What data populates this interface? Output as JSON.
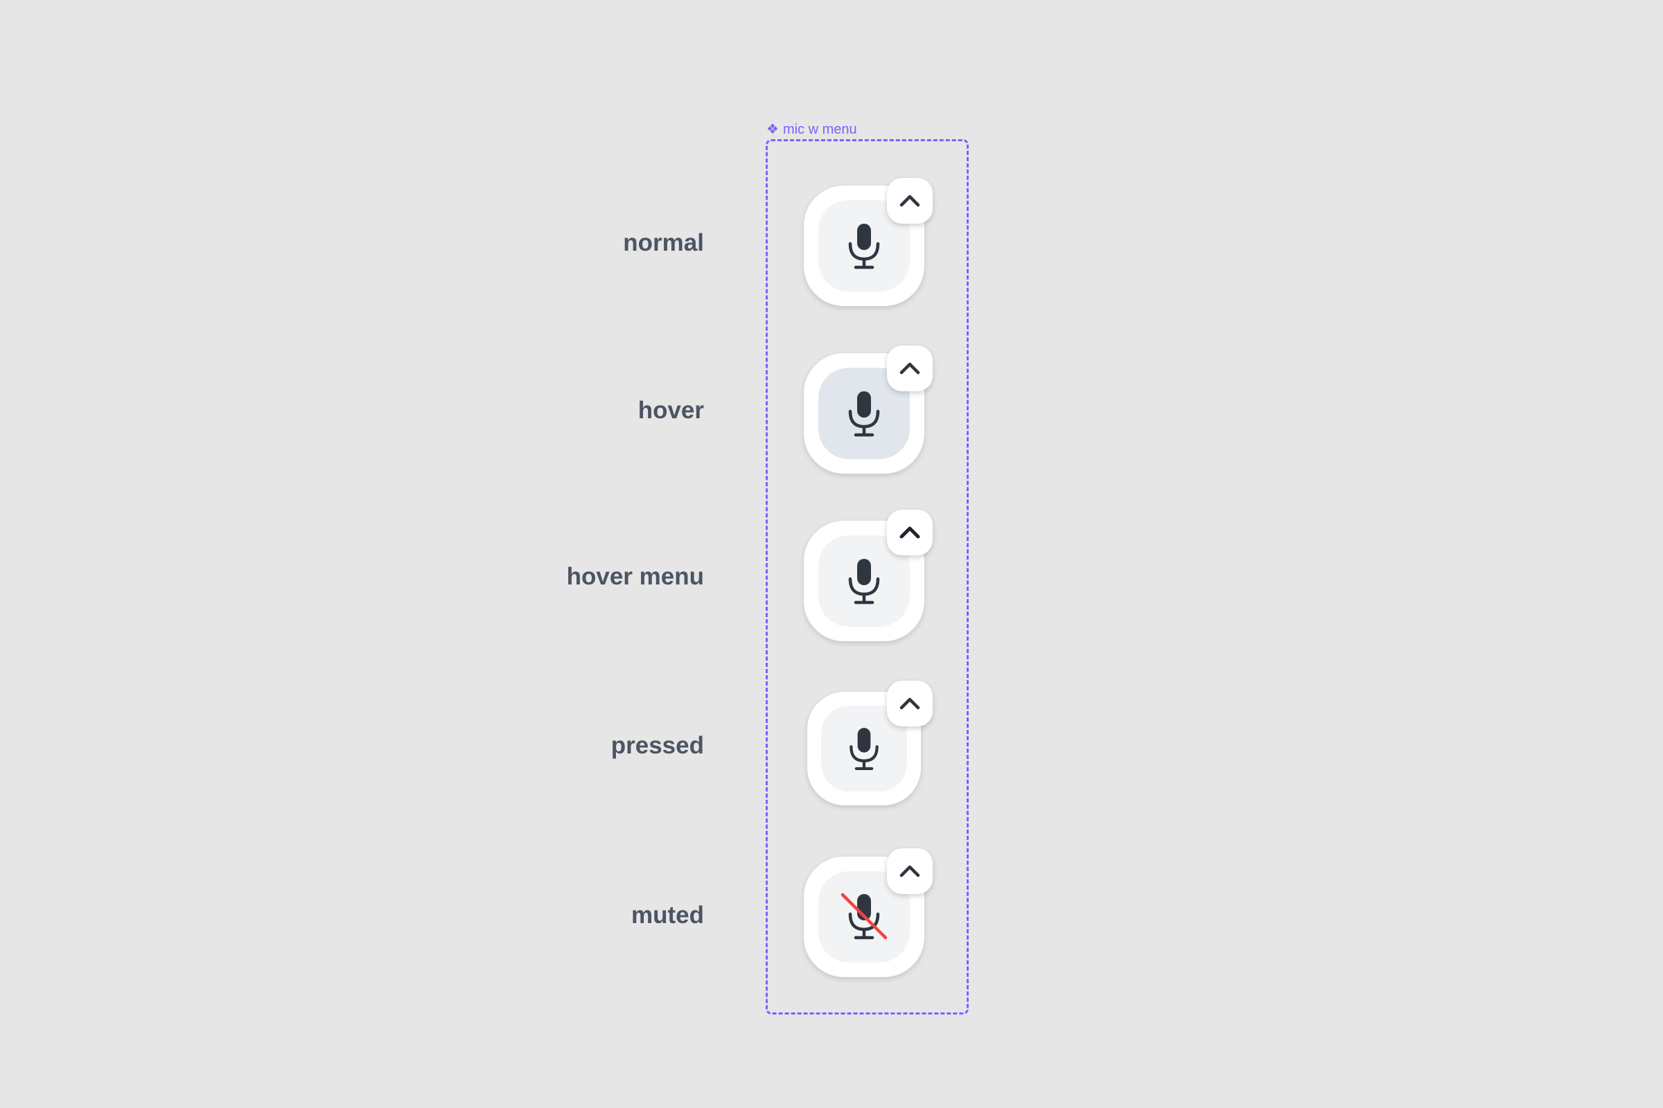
{
  "frame": {
    "label": "mic w menu",
    "icon": "component-icon",
    "accent": "#7b61ff"
  },
  "states": [
    {
      "label": "normal",
      "icon": "microphone-icon"
    },
    {
      "label": "hover",
      "icon": "microphone-icon"
    },
    {
      "label": "hover menu",
      "icon": "microphone-icon"
    },
    {
      "label": "pressed",
      "icon": "microphone-icon"
    },
    {
      "label": "muted",
      "icon": "microphone-muted-icon"
    }
  ],
  "colors": {
    "background": "#e6e6e6",
    "label_text": "#4b5563",
    "button_outer": "#ffffff",
    "button_inner": "#f1f3f5",
    "button_inner_hover": "#e1e6ec",
    "icon": "#2f3640",
    "muted_slash": "#ef4444"
  }
}
